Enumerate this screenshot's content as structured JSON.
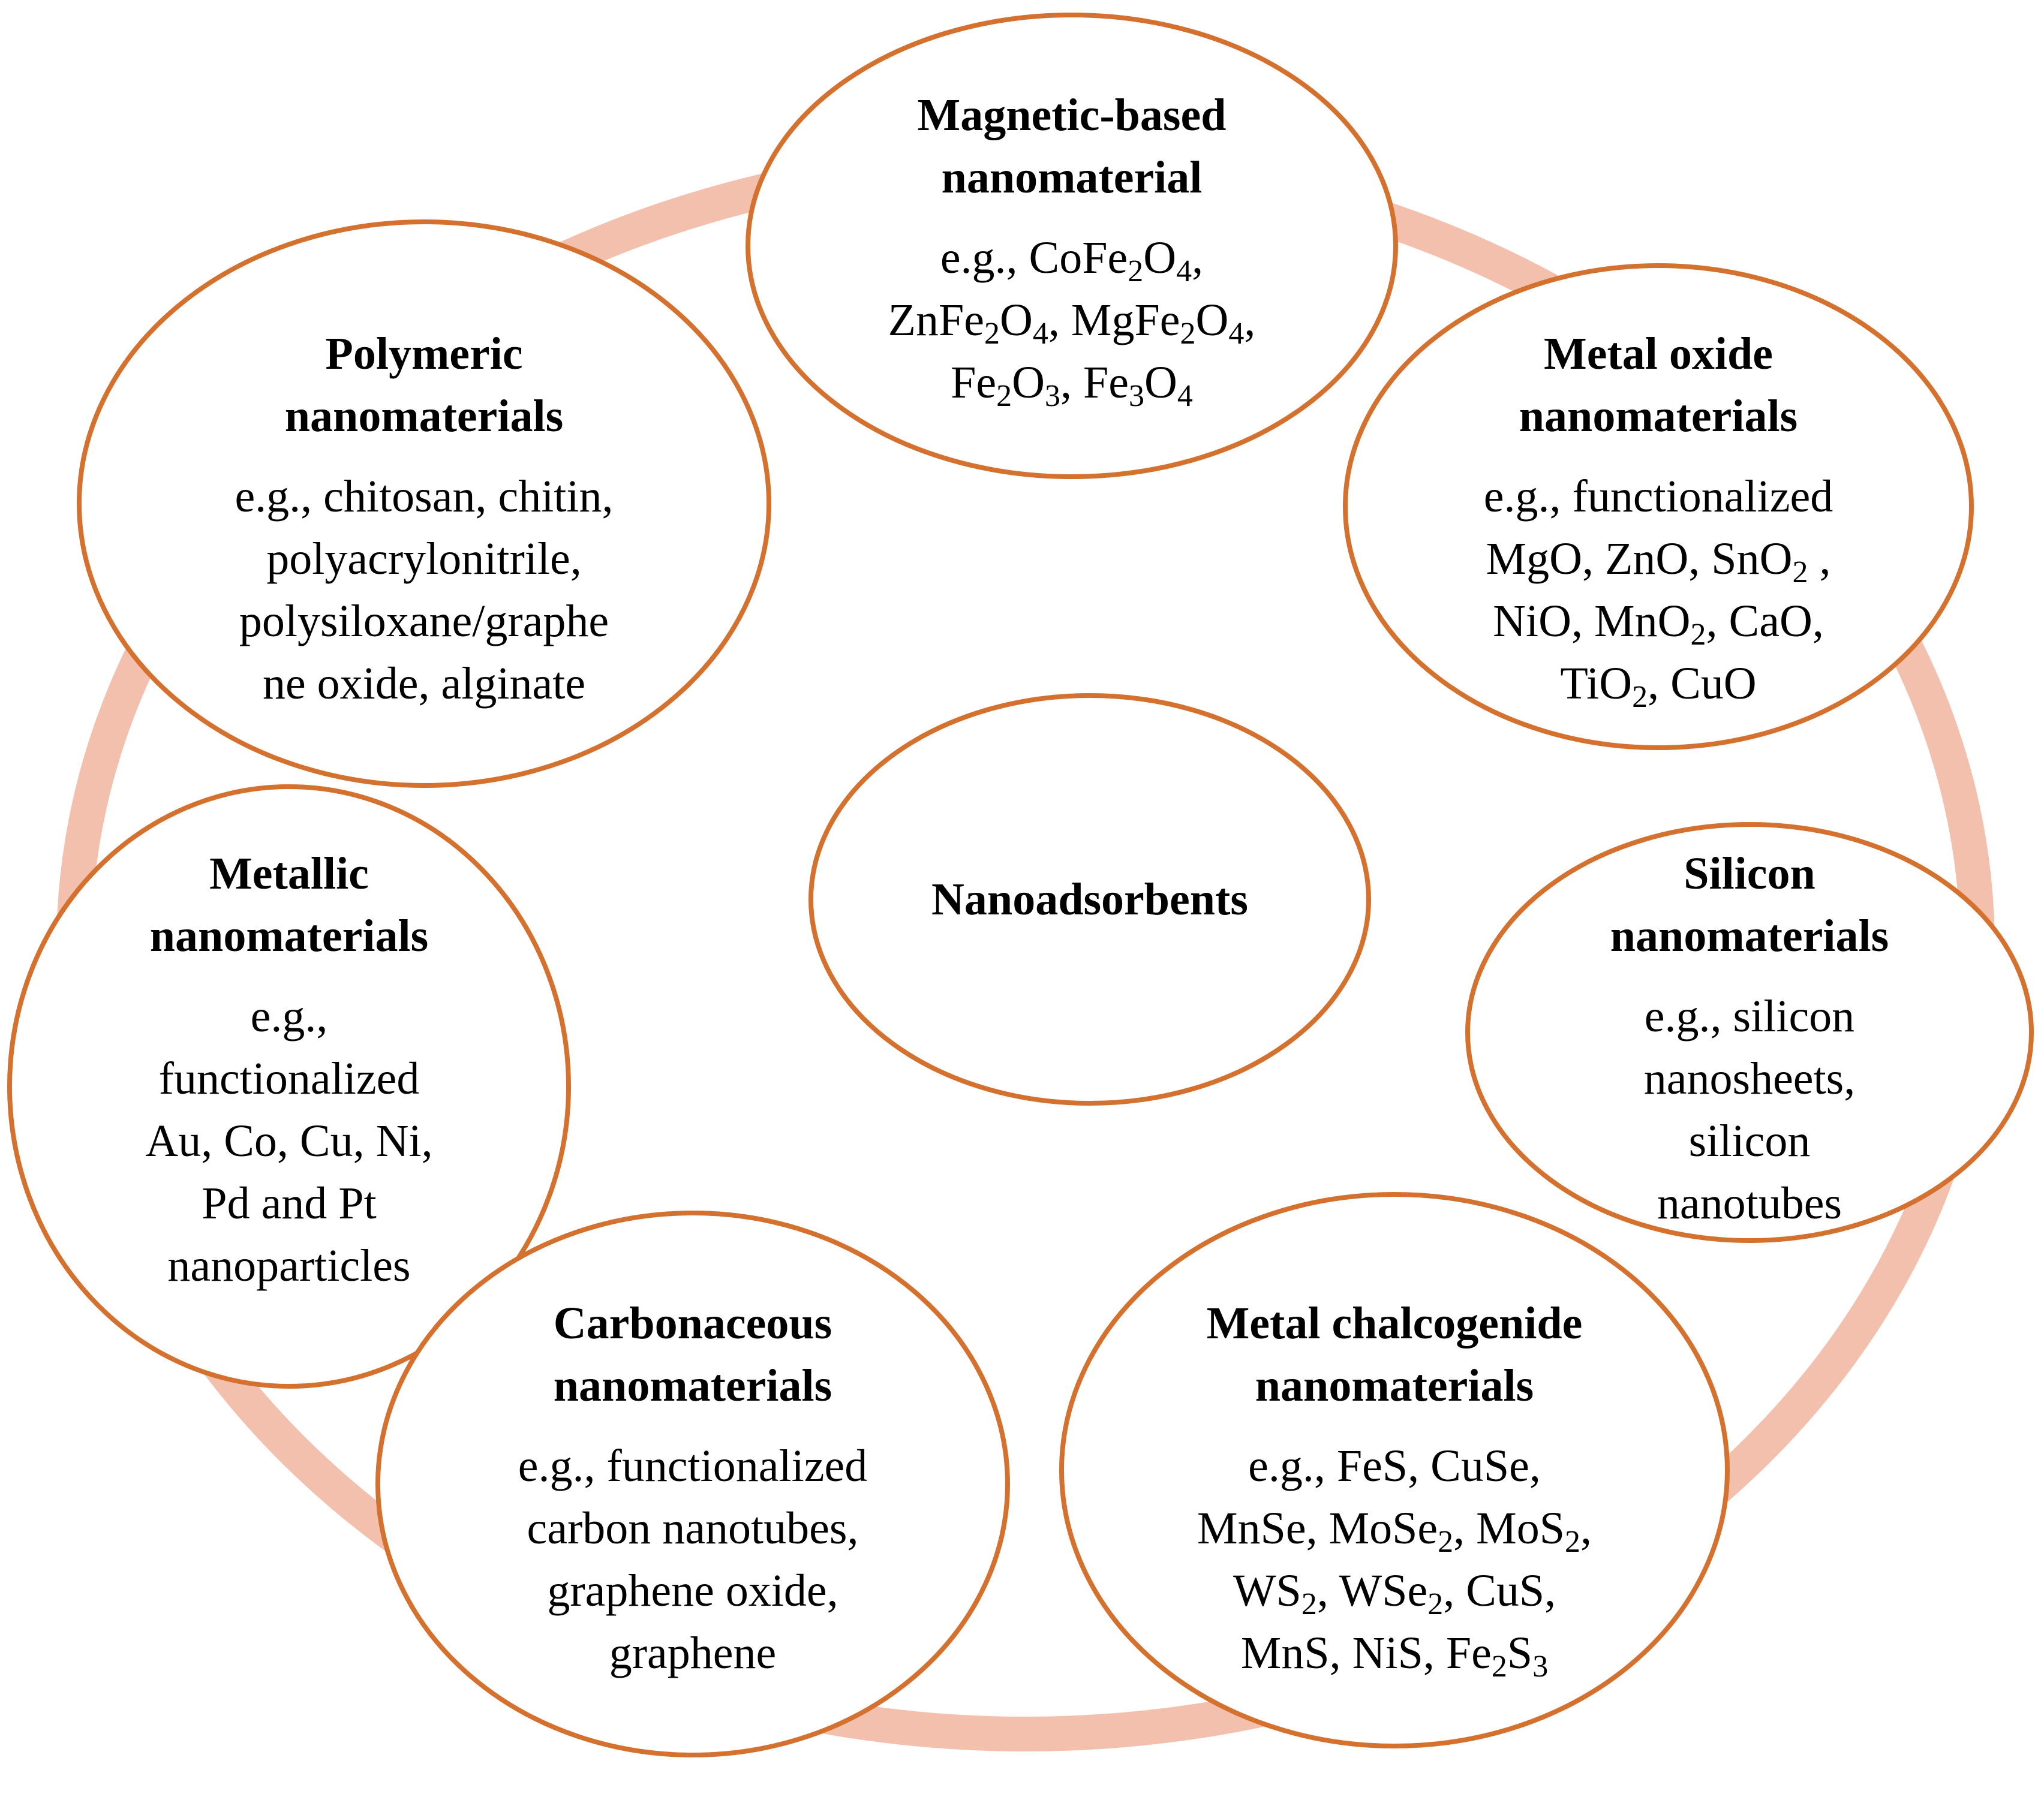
{
  "colors": {
    "ring": "#f4c0ae",
    "stroke": "#d4712e",
    "fill": "#ffffff",
    "text": "#000000"
  },
  "center": {
    "title": "Nanoadsorbents"
  },
  "nodes": {
    "magnetic": {
      "title_lines": [
        "Magnetic-based",
        "nanomaterial"
      ],
      "body_lines": [
        "e.g., CoFe<sub>2</sub>O<sub>4</sub>,",
        "ZnFe<sub>2</sub>O<sub>4</sub>, MgFe<sub>2</sub>O<sub>4</sub>,",
        "Fe<sub>2</sub>O<sub>3</sub>, Fe<sub>3</sub>O<sub>4</sub>"
      ]
    },
    "metal_oxide": {
      "title_lines": [
        "Metal oxide",
        "nanomaterials"
      ],
      "body_lines": [
        "e.g., functionalized",
        "MgO, ZnO, SnO<sub>2</sub> ,",
        "NiO, MnO<sub>2</sub>, CaO,",
        "TiO<sub>2</sub>, CuO"
      ]
    },
    "silicon": {
      "title_lines": [
        "Silicon",
        "nanomaterials"
      ],
      "body_lines": [
        "e.g., silicon",
        "nanosheets,",
        "silicon",
        "nanotubes"
      ]
    },
    "chalcogenide": {
      "title_lines": [
        "Metal chalcogenide",
        "nanomaterials"
      ],
      "body_lines": [
        "e.g., FeS, CuSe,",
        "MnSe, MoSe<sub>2</sub>, MoS<sub>2</sub>,",
        "WS<sub>2</sub>, WSe<sub>2</sub>, CuS,",
        "MnS, NiS, Fe<sub>2</sub>S<sub>3</sub>"
      ]
    },
    "carbonaceous": {
      "title_lines": [
        "Carbonaceous",
        "nanomaterials"
      ],
      "body_lines": [
        "e.g., functionalized",
        "carbon nanotubes,",
        "graphene oxide,",
        "graphene"
      ]
    },
    "metallic": {
      "title_lines": [
        "Metallic",
        "nanomaterials"
      ],
      "body_lines": [
        "e.g.,",
        "functionalized",
        "Au, Co, Cu, Ni,",
        "Pd and Pt",
        "nanoparticles"
      ]
    },
    "polymeric": {
      "title_lines": [
        "Polymeric",
        "nanomaterials"
      ],
      "body_lines": [
        "e.g., chitosan, chitin,",
        "polyacrylonitrile,",
        "polysiloxane/graphe",
        "ne oxide, alginate"
      ]
    }
  }
}
